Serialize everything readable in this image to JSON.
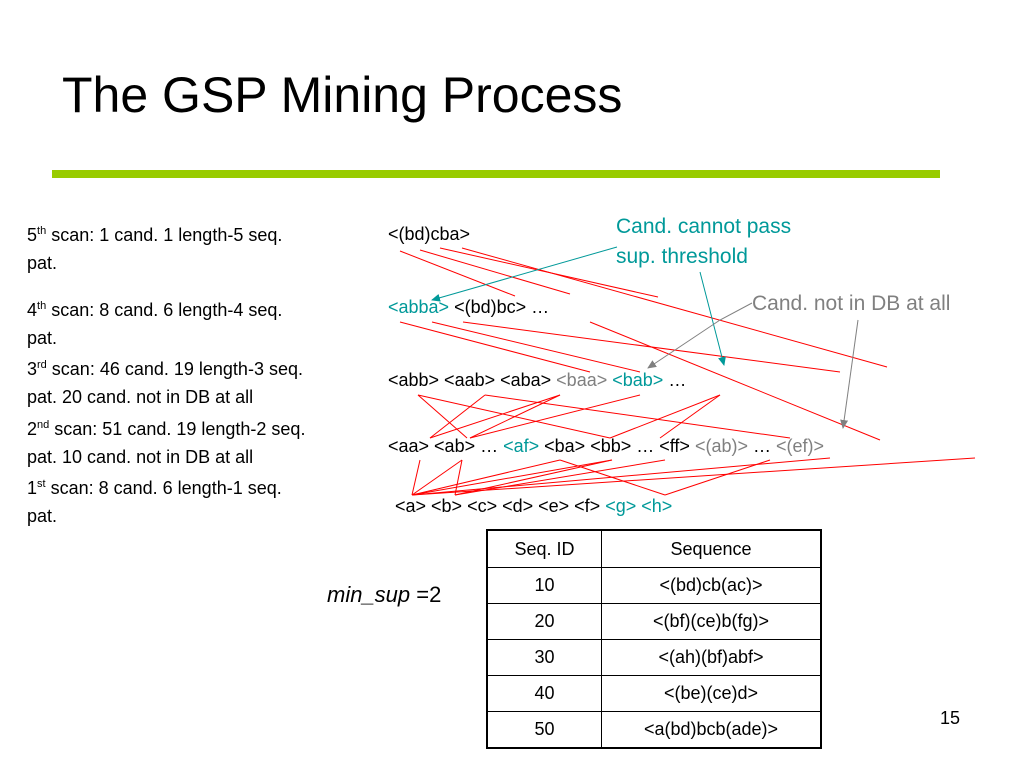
{
  "title": "The GSP Mining Process",
  "scans": [
    {
      "ord": "5",
      "suffix": "th",
      "line1": " scan: 1 cand. 1 length-5 seq.",
      "line2": "pat."
    },
    {
      "ord": "4",
      "suffix": "th",
      "line1": " scan: 8 cand. 6 length-4 seq.",
      "line2": "pat."
    },
    {
      "ord": "3",
      "suffix": "rd",
      "line1": " scan: 46 cand. 19 length-3 seq.",
      "line2": "pat. 20 cand. not in DB at all"
    },
    {
      "ord": "2",
      "suffix": "nd",
      "line1": " scan: 51 cand. 19 length-2 seq.",
      "line2": "pat. 10 cand. not in DB at all"
    },
    {
      "ord": "1",
      "suffix": "st",
      "line1": " scan: 8 cand. 6 length-1 seq.",
      "line2": "pat."
    }
  ],
  "rows": {
    "len5": [
      {
        "t": "<(bd)cba>",
        "c": "black"
      }
    ],
    "len4": [
      {
        "t": "<abba>",
        "c": "teal"
      },
      {
        "t": " <(bd)bc> …",
        "c": "black"
      }
    ],
    "len3": [
      {
        "t": "<abb> <aab> <aba> ",
        "c": "black"
      },
      {
        "t": "<baa>",
        "c": "gray"
      },
      {
        "t": " ",
        "c": "black"
      },
      {
        "t": "<bab>",
        "c": "teal"
      },
      {
        "t": " …",
        "c": "black"
      }
    ],
    "len2": [
      {
        "t": "<aa> <ab> … ",
        "c": "black"
      },
      {
        "t": "<af>",
        "c": "teal"
      },
      {
        "t": " <ba> <bb> … <ff> ",
        "c": "black"
      },
      {
        "t": "<(ab)>",
        "c": "gray"
      },
      {
        "t": " … ",
        "c": "black"
      },
      {
        "t": "<(ef)>",
        "c": "gray"
      }
    ],
    "len1": [
      {
        "t": "<a> <b> <c> <d> <e> <f> ",
        "c": "black"
      },
      {
        "t": "<g>",
        "c": "teal"
      },
      {
        "t": " ",
        "c": "black"
      },
      {
        "t": "<h>",
        "c": "teal"
      }
    ]
  },
  "callouts": {
    "cannot_pass_line1": "Cand. cannot pass",
    "cannot_pass_line2": "sup. threshold",
    "not_in_db": "Cand. not in DB at all"
  },
  "min_sup": {
    "label": "min_sup",
    "value": " =2"
  },
  "table": {
    "headers": [
      "Seq. ID",
      "Sequence"
    ],
    "rows": [
      [
        "10",
        "<(bd)cb(ac)>"
      ],
      [
        "20",
        "<(bf)(ce)b(fg)>"
      ],
      [
        "30",
        "<(ah)(bf)abf>"
      ],
      [
        "40",
        "<(be)(ce)d>"
      ],
      [
        "50",
        "<a(bd)bcb(ade)>"
      ]
    ]
  },
  "page_number": "15",
  "colors": {
    "accent_rule": "#99cc00",
    "teal": "#009999",
    "gray": "#808080",
    "red_lines": "#ff0000"
  }
}
